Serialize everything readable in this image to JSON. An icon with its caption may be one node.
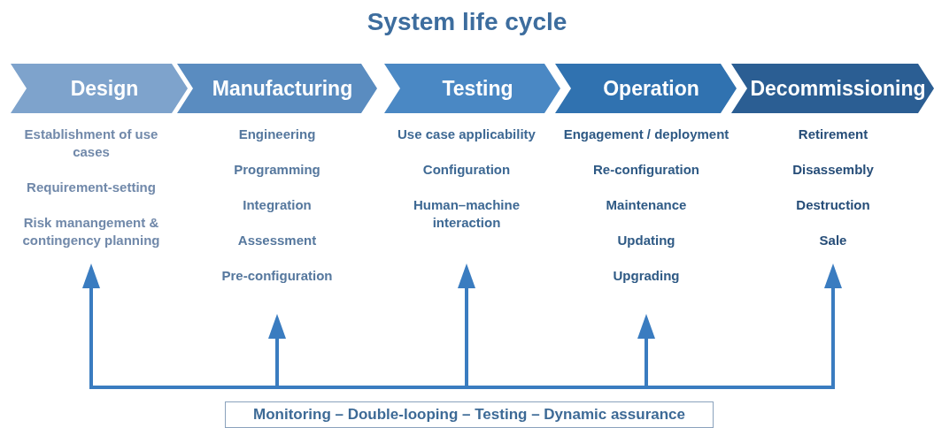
{
  "diagram": {
    "title": "System life cycle",
    "nodes": [
      {
        "text": [
          "Design"
        ]
      },
      {
        "text": [
          "Manufacturing"
        ]
      },
      {
        "text": [
          "Testing"
        ]
      },
      {
        "text": [
          "Operation"
        ]
      },
      {
        "text": [
          "Decommissioning"
        ]
      },
      {
        "text": [
          "Monitoring – Double-looping – Testing – Dynamic assurance"
        ]
      },
      {
        "text": [
          "Establishment of use cases",
          "Requirement-setting",
          "Risk manangement & contingency planning"
        ]
      },
      {
        "text": [
          "Engineering",
          "Programming",
          "Integration",
          "Assessment",
          "Pre-configuration"
        ]
      },
      {
        "text": [
          "Use case applicability",
          "Configuration",
          "Human–machine interaction"
        ]
      },
      {
        "text": [
          "Engagement / deployment",
          "Re-configuration",
          "Maintenance",
          "Updating",
          "Upgrading"
        ]
      },
      {
        "text": [
          "Retirement",
          "Disassembly",
          "Destruction",
          "Sale"
        ]
      }
    ],
    "edges": [
      {
        "from": null,
        "to": 6,
        "arrow": "to"
      },
      {
        "from": null,
        "to": 7,
        "arrow": "to"
      },
      {
        "from": null,
        "to": 8,
        "arrow": "to"
      },
      {
        "from": null,
        "to": 9,
        "arrow": "to"
      },
      {
        "from": null,
        "to": 10,
        "arrow": "to"
      }
    ]
  }
}
